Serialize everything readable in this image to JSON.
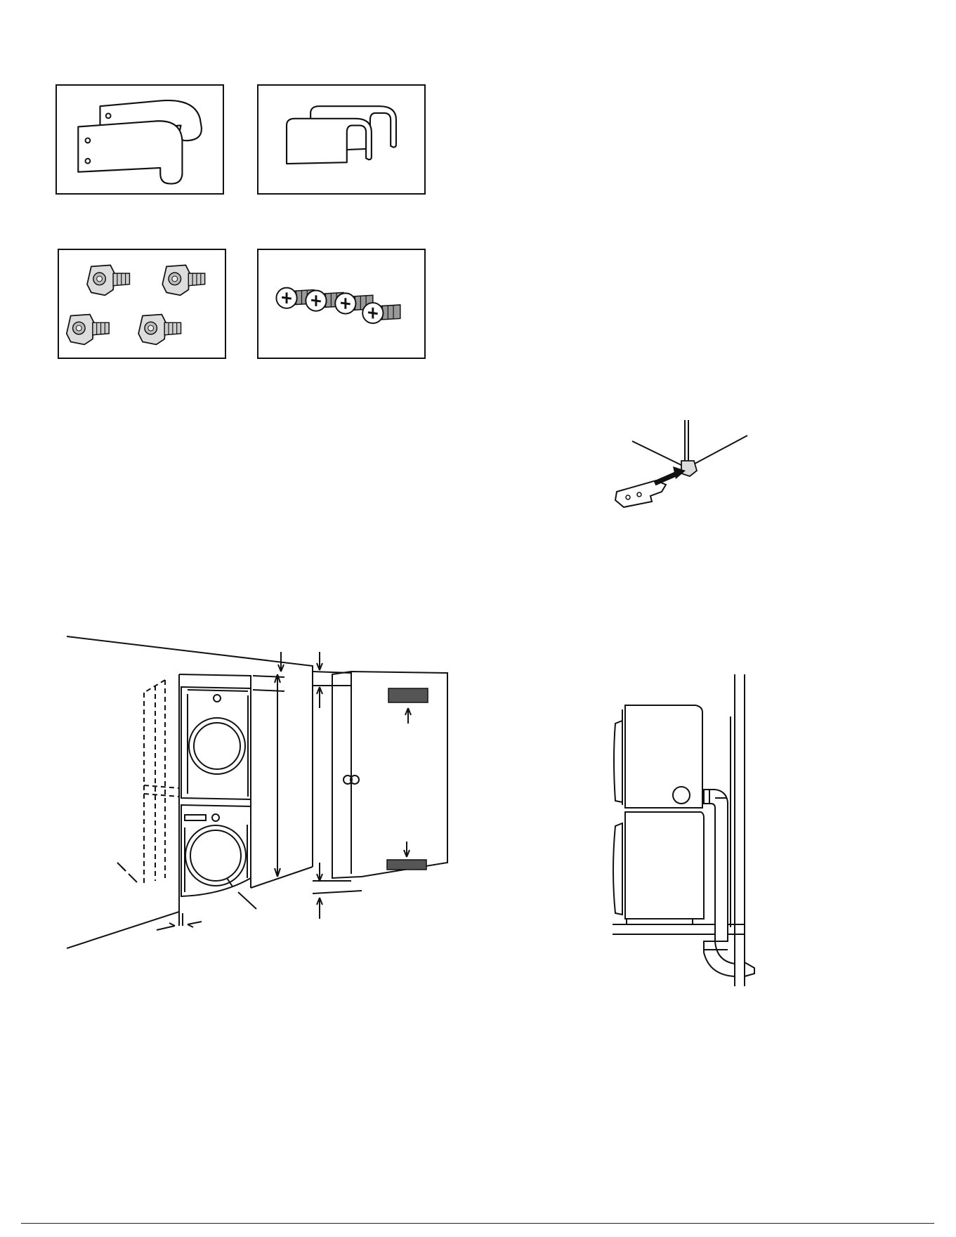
{
  "document": {
    "footer_mark": "",
    "colors": {
      "ink": "#111111",
      "shade": "#555555",
      "vent": "#333333"
    }
  },
  "figures": [
    {
      "id": "stacking-brackets",
      "icon": "bracket-icon"
    },
    {
      "id": "bracket-covers",
      "icon": "cover-icon"
    },
    {
      "id": "leveling-feet",
      "icon": "foot-icon"
    },
    {
      "id": "bracket-screws",
      "icon": "screw-icon"
    },
    {
      "id": "bracket-attach",
      "icon": "arrow-icon"
    },
    {
      "id": "closet-installation",
      "icon": "closet-icon"
    },
    {
      "id": "side-view-exhaust",
      "icon": "duct-icon"
    }
  ]
}
